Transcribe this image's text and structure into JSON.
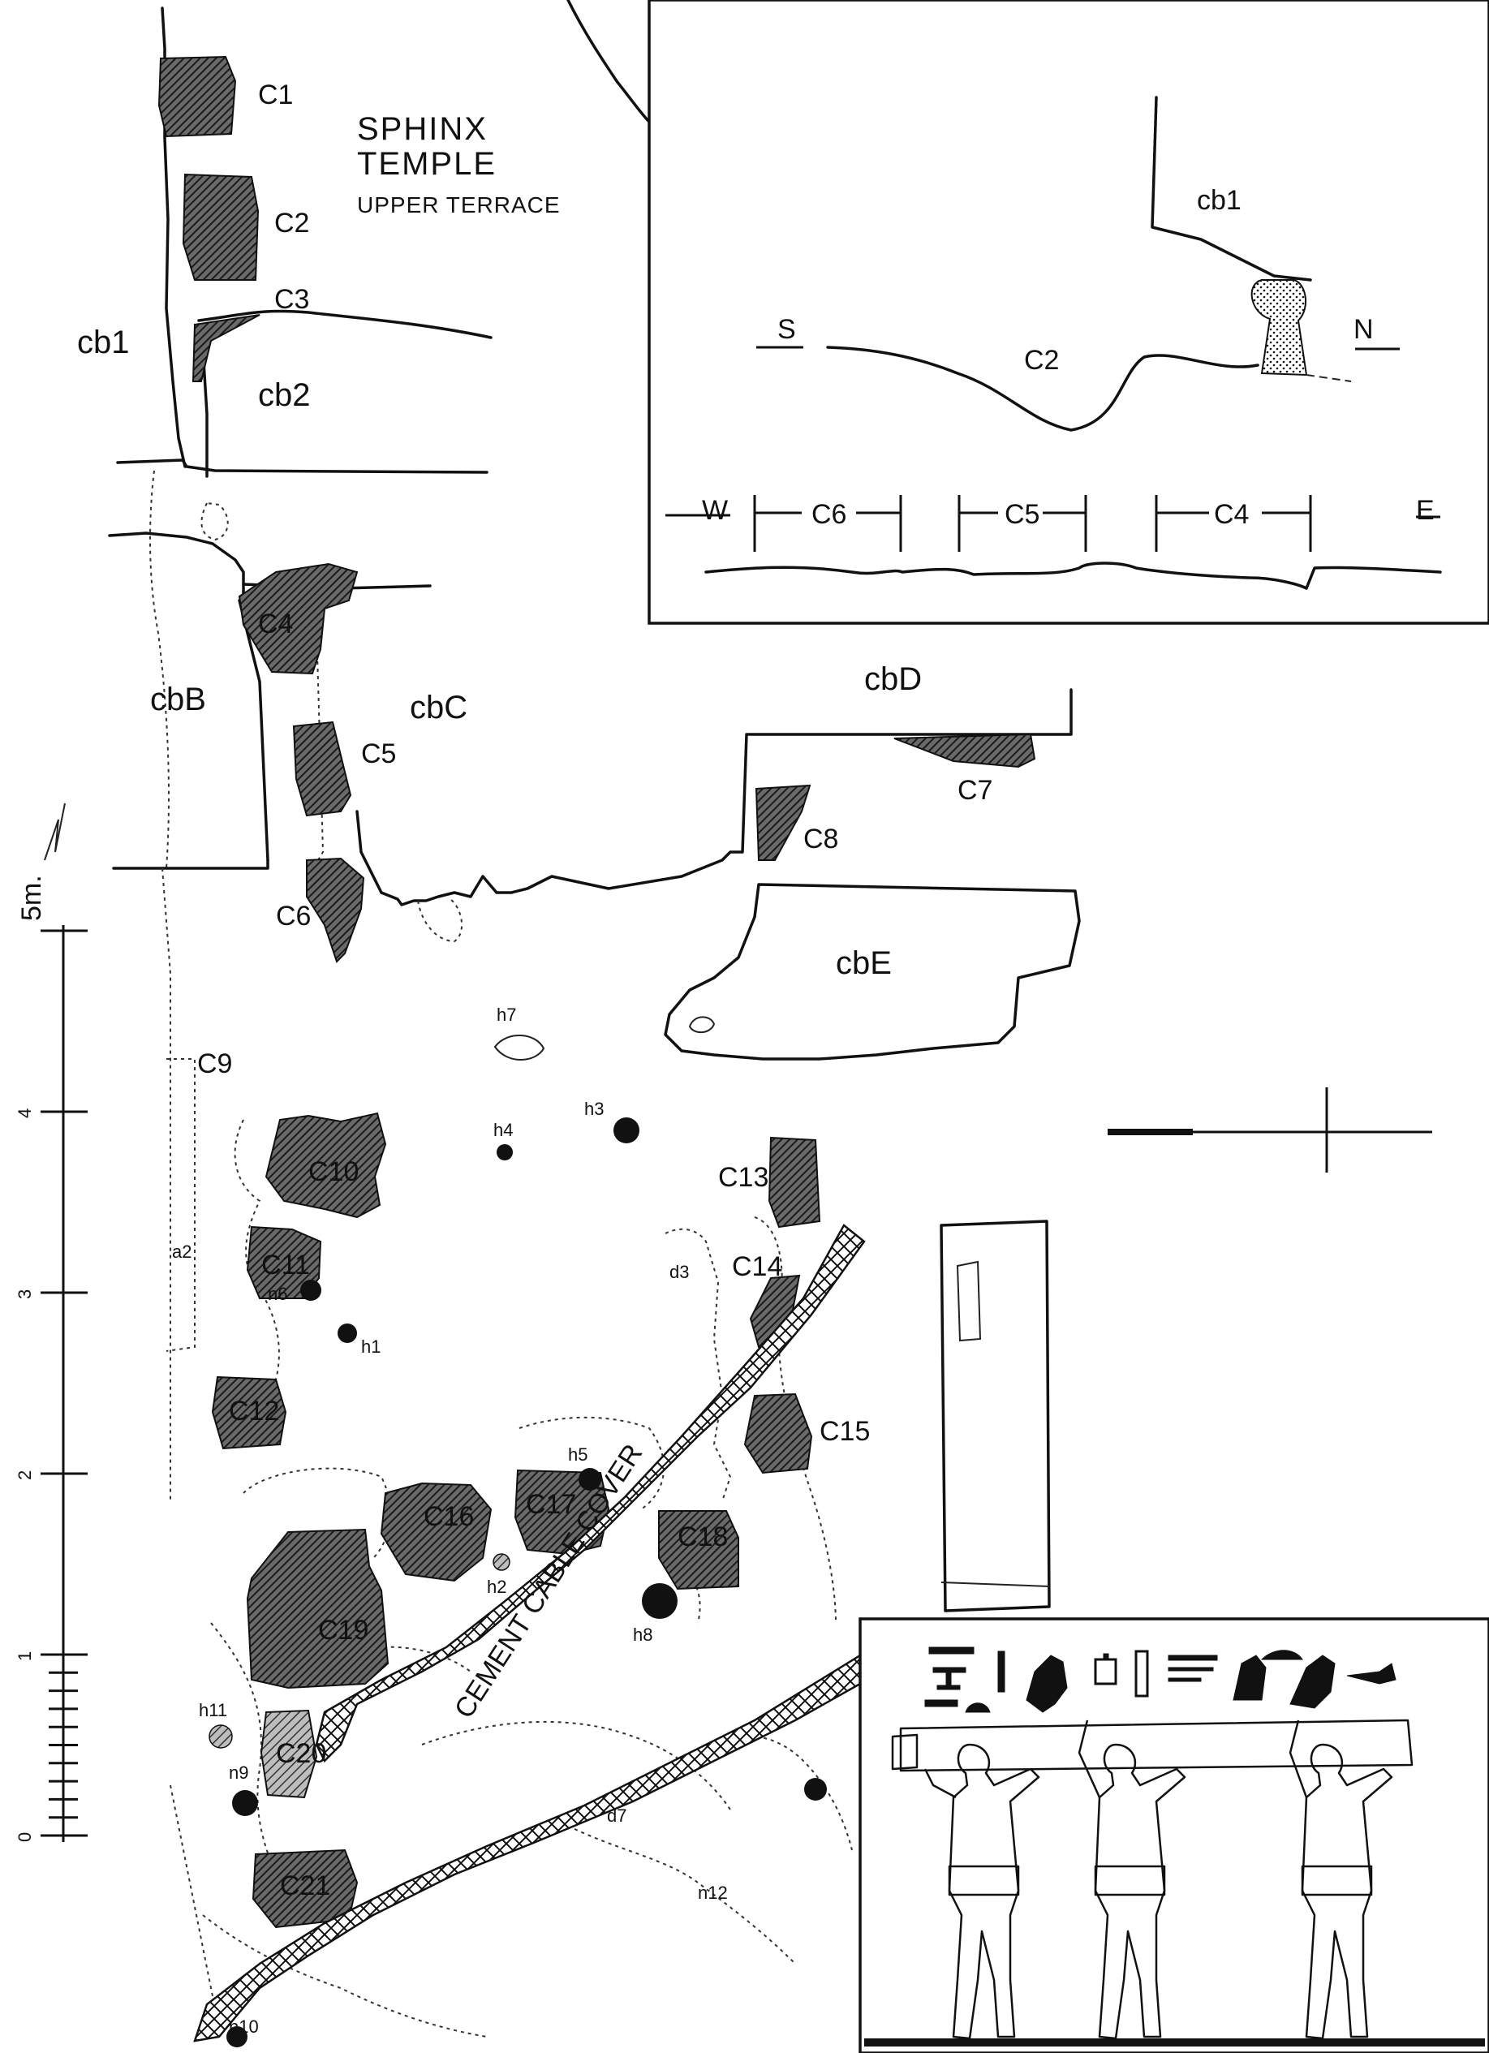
{
  "title": {
    "line1": "SPHINX",
    "line2": "TEMPLE",
    "line3": "UPPER TERRACE"
  },
  "cores": [
    "C1",
    "C2",
    "C3",
    "C4",
    "C5",
    "C6",
    "C7",
    "C8",
    "C9",
    "C10",
    "C11",
    "C12",
    "C13",
    "C14",
    "C15",
    "C16",
    "C17",
    "C18",
    "C19",
    "C20",
    "C21"
  ],
  "core_blocks": [
    "cb1",
    "cb2",
    "cbB",
    "cbC",
    "cbD",
    "cbE"
  ],
  "holes": [
    "h1",
    "h2",
    "h3",
    "h4",
    "h5",
    "n6",
    "h7",
    "h8",
    "n9",
    "n10",
    "h11",
    "n12"
  ],
  "deposits": [
    "a2",
    "d3",
    "d7"
  ],
  "cable_cover": "CEMENT CABLE COVER",
  "scale": {
    "unit_label": "5m.",
    "ticks": [
      "0",
      "1",
      "2",
      "3",
      "4"
    ]
  },
  "sections": {
    "north_south": {
      "block_label": "cb1",
      "core_label": "C2",
      "left_dir": "S",
      "right_dir": "N"
    },
    "west_east": {
      "left_dir": "W",
      "right_dir": "E",
      "segments": [
        "C6",
        "C5",
        "C4"
      ]
    }
  },
  "colors": {
    "ink": "#111111",
    "core_fill": "#4a4a4a",
    "background": "#ffffff"
  }
}
